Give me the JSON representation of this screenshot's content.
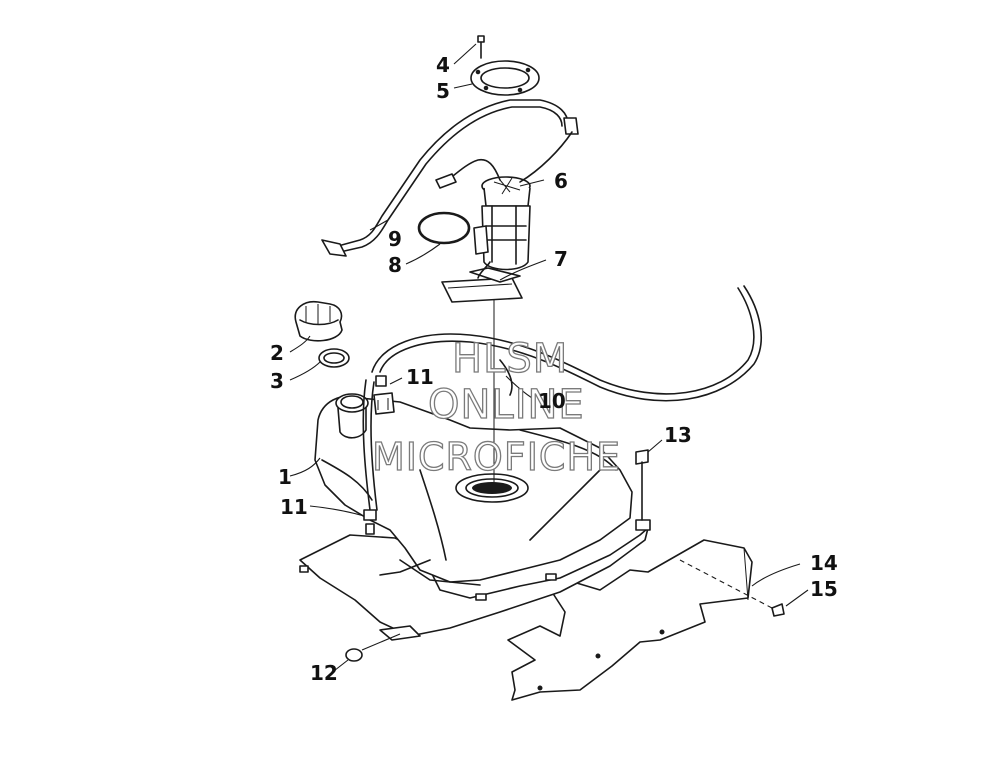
{
  "callouts": {
    "c1": "1",
    "c2": "2",
    "c3": "3",
    "c4": "4",
    "c5": "5",
    "c6": "6",
    "c7": "7",
    "c8": "8",
    "c9": "9",
    "c10": "10",
    "c11a": "11",
    "c11b": "11",
    "c12": "12",
    "c13": "13",
    "c14": "14",
    "c15": "15"
  },
  "watermark": {
    "line1": "HLSM",
    "line2": "ONLINE",
    "line3": "MICROFICHE"
  },
  "colors": {
    "ink": "#1a1a1a",
    "watermark_outline": "#7a7a7a",
    "background": "#ffffff"
  }
}
